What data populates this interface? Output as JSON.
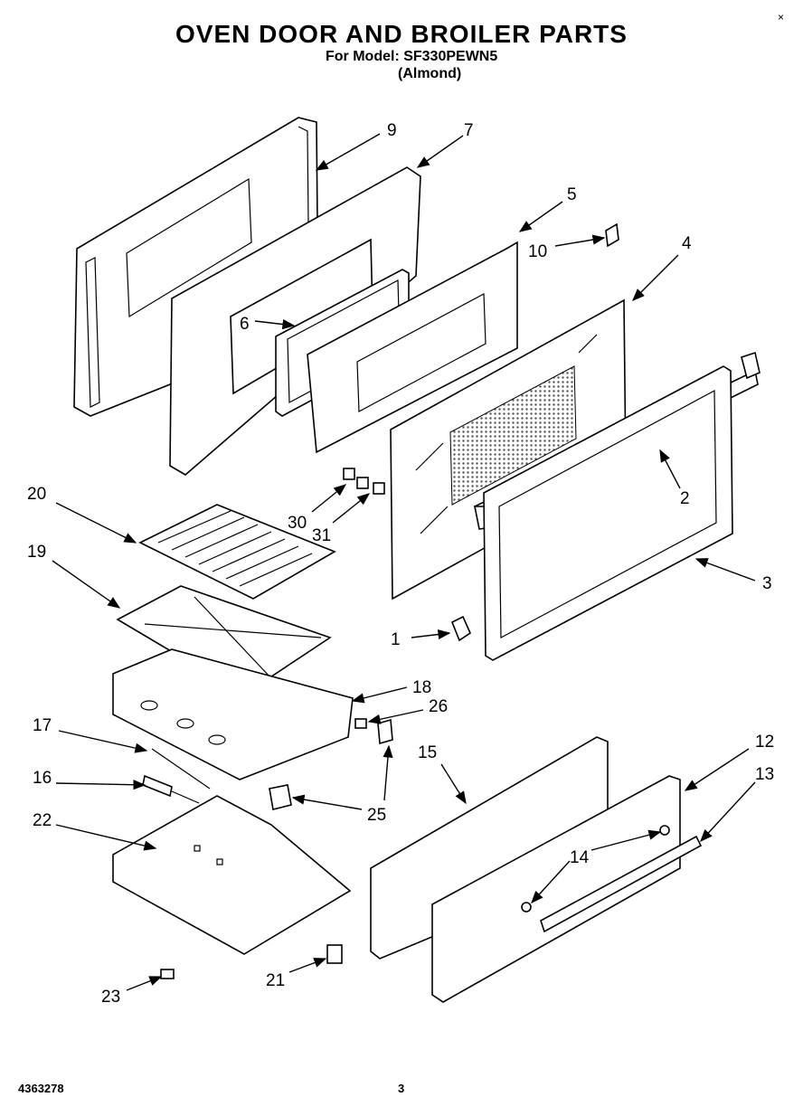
{
  "header": {
    "title": "OVEN DOOR AND BROILER PARTS",
    "model_line": "For Model: SF330PEWN5",
    "color_line": "(Almond)"
  },
  "corner_mark": "×",
  "footer": {
    "doc_number": "4363278",
    "page_number": "3"
  },
  "callouts": [
    "9",
    "7",
    "5",
    "10",
    "4",
    "6",
    "2",
    "20",
    "30",
    "31",
    "3",
    "19",
    "1",
    "18",
    "26",
    "17",
    "15",
    "12",
    "13",
    "16",
    "25",
    "22",
    "14",
    "21",
    "23"
  ]
}
